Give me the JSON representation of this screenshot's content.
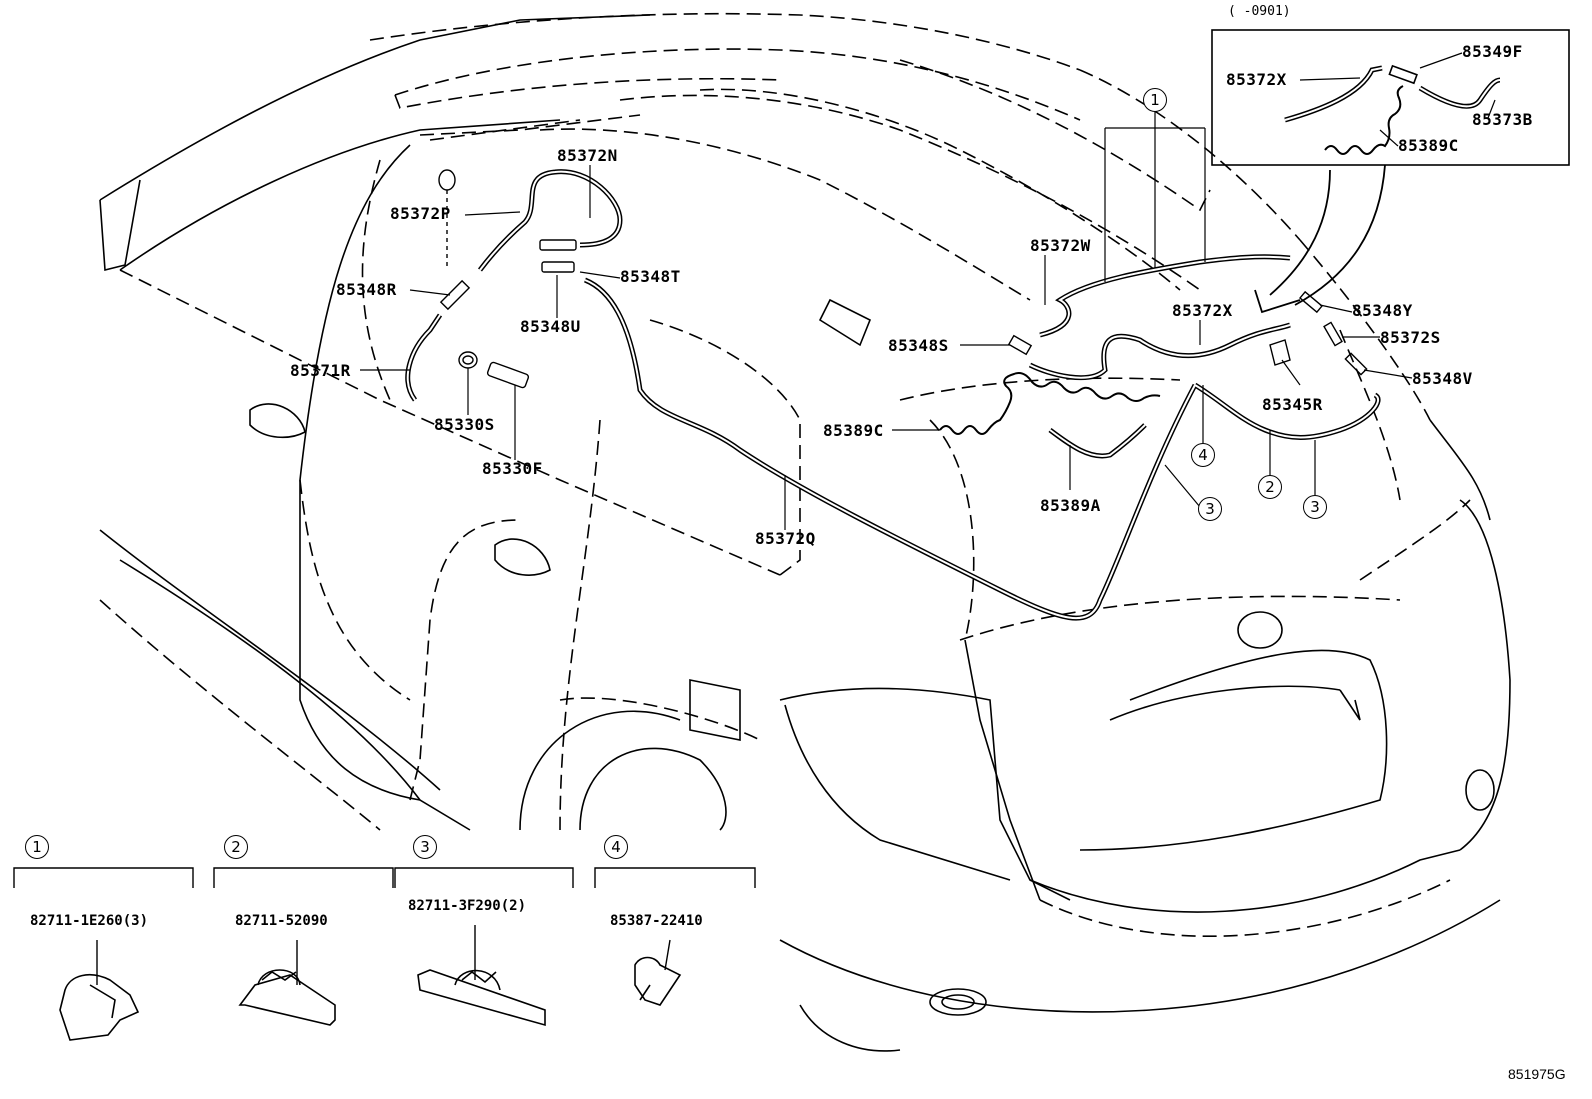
{
  "diagram": {
    "code": "851975G",
    "inset_note": "(    -0901)",
    "parts": {
      "p85372N": "85372N",
      "p85372P": "85372P",
      "p85348T": "85348T",
      "p85348R": "85348R",
      "p85348U": "85348U",
      "p85371R": "85371R",
      "p85330S": "85330S",
      "p85330F": "85330F",
      "p85372Q": "85372Q",
      "p85372W": "85372W",
      "p85348S": "85348S",
      "p85389C": "85389C",
      "p85389A": "85389A",
      "p85372X": "85372X",
      "p85348Y": "85348Y",
      "p85372S": "85372S",
      "p85348V": "85348V",
      "p85345R": "85345R"
    },
    "inset_parts": {
      "p85372X": "85372X",
      "p85349F": "85349F",
      "p85373B": "85373B",
      "p85389C": "85389C"
    },
    "callouts": [
      "1",
      "2",
      "3",
      "4"
    ],
    "clips": [
      {
        "num": "1",
        "part": "82711-1E260(3)"
      },
      {
        "num": "2",
        "part": "82711-52090"
      },
      {
        "num": "3",
        "part": "82711-3F290(2)"
      },
      {
        "num": "4",
        "part": "85387-22410"
      }
    ]
  }
}
